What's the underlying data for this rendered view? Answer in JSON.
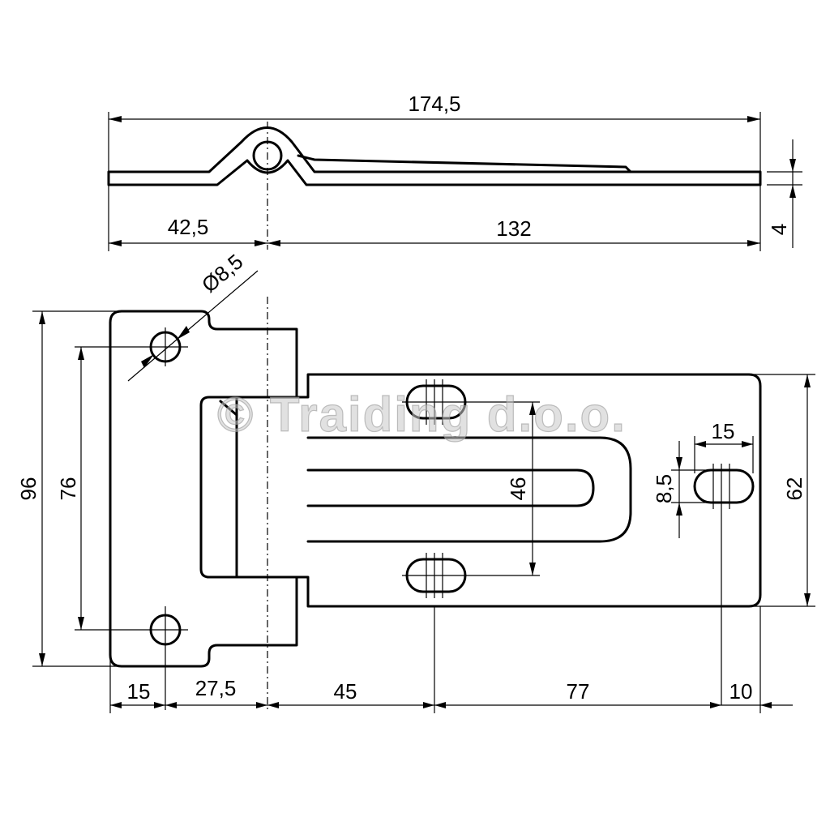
{
  "dimensions": {
    "side_total_length": "174,5",
    "side_left_segment": "42,5",
    "side_right_segment": "132",
    "side_thickness": "4",
    "hole_diameter": "Ø8,5",
    "overall_height": "96",
    "hole_spacing": "76",
    "slot_spacing": "46",
    "right_plate_height": "62",
    "slot_length": "15",
    "slot_width": "8,5",
    "bottom_a": "15",
    "bottom_b": "27,5",
    "bottom_c": "45",
    "bottom_d": "77",
    "bottom_e": "10"
  },
  "watermark": "© Traiding d.o.o."
}
